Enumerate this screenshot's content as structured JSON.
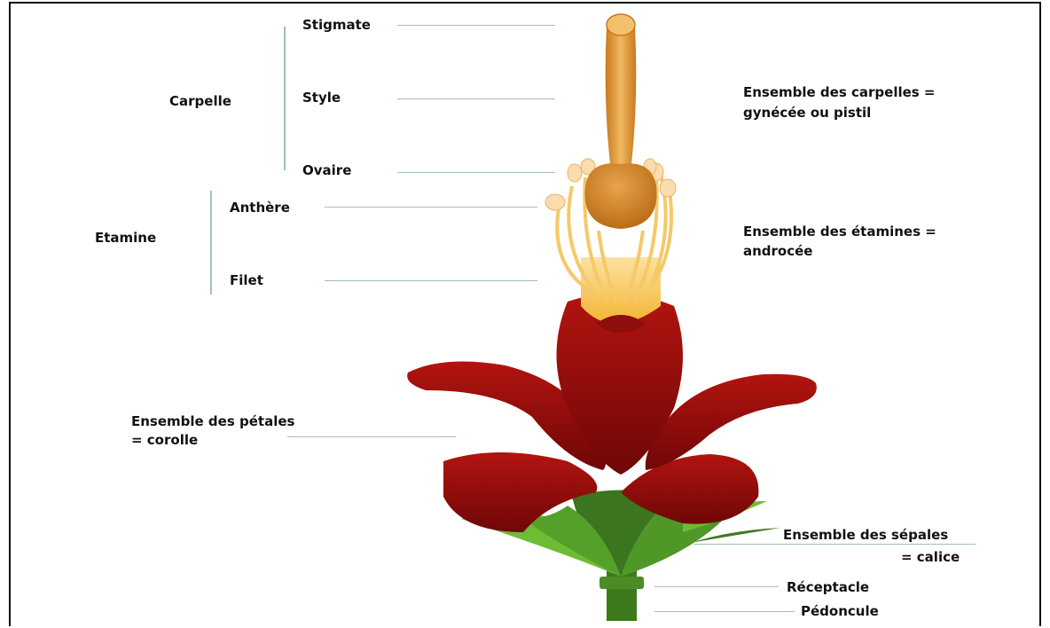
{
  "labels": {
    "stigmate": "Stigmate",
    "style": "Style",
    "ovaire": "Ovaire",
    "carpelle": "Carpelle",
    "anthere": "Anthère",
    "filet": "Filet",
    "etamine": "Etamine",
    "gynecee_line1": "Ensemble des carpelles =",
    "gynecee_line2": "gynécée ou pistil",
    "androcee_line1": "Ensemble des étamines =",
    "androcee_line2": "androcée",
    "corolle_line1": "Ensemble des pétales",
    "corolle_line2": "= corolle",
    "calice_line1": "Ensemble des sépales",
    "calice_line2": "= calice",
    "receptacle": "Réceptacle",
    "pedoncule": "Pédoncule"
  },
  "colors": {
    "leader": "#9fc4a6",
    "petal": "#8e0d0d",
    "pistil": "#d58a26",
    "stamen": "#f4c45a",
    "sepal": "#3f7a22",
    "sepal_light": "#5fae2e"
  }
}
